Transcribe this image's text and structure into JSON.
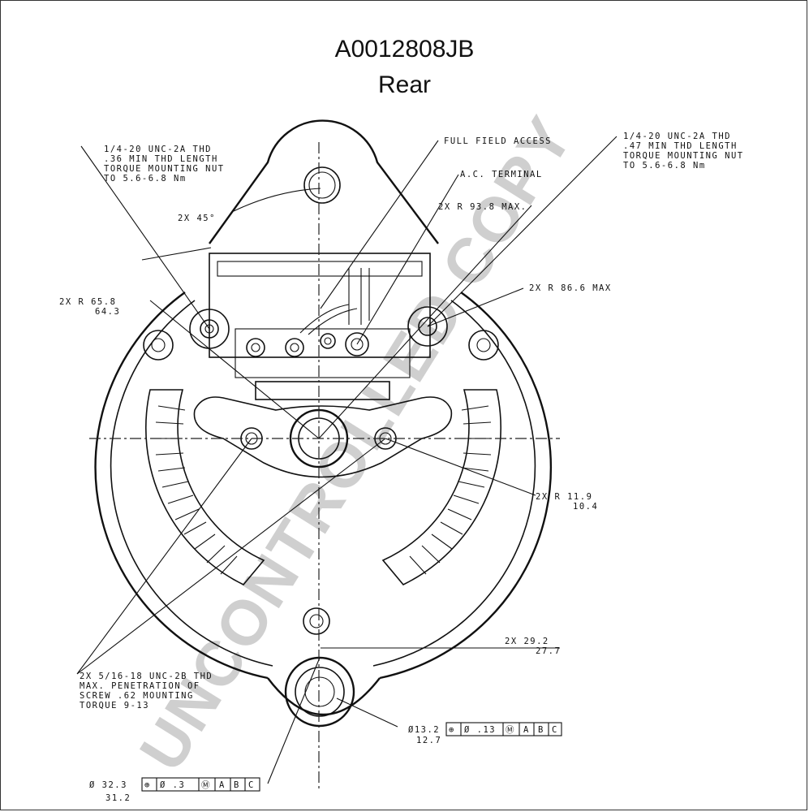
{
  "header": {
    "part_number": "A0012808JB",
    "view": "Rear"
  },
  "watermark": "UNCONTROLLED COPY",
  "notes": {
    "left_thread": [
      "1/4-20 UNC-2A THD",
      ".36 MIN THD LENGTH",
      "TORQUE MOUNTING NUT",
      "TO 5.6-6.8 Nm"
    ],
    "right_thread": [
      "1/4-20 UNC-2A THD",
      ".47 MIN THD LENGTH",
      "TORQUE MOUNTING NUT",
      "TO 5.6-6.8 Nm"
    ],
    "full_field": "FULL FIELD ACCESS",
    "ac_terminal": "A.C. TERMINAL",
    "angle": "2X 45°",
    "r938": "2X R 93.8 MAX.",
    "r658_a": "2X R 65.8",
    "r658_b": "64.3",
    "r866": "2X R 86.6 MAX",
    "r119_a": "2X R 11.9",
    "r119_b": "10.4",
    "d292_a": "2X 29.2",
    "d292_b": "27.7",
    "mount_screw": [
      "2X 5/16-18 UNC-2B THD",
      "MAX. PENETRATION OF",
      "SCREW .62 MOUNTING",
      "TORQUE 9-13"
    ],
    "d132_a": "Ø13.2",
    "d132_b": "12.7",
    "d323_a": "Ø 32.3",
    "d323_b": "31.2"
  },
  "tolerance_frames": {
    "small": [
      "⊕",
      "Ø .13",
      "Ⓜ",
      "A",
      "B",
      "C"
    ],
    "large": [
      "⊕",
      "Ø .3",
      "Ⓜ",
      "A",
      "B",
      "C"
    ]
  }
}
